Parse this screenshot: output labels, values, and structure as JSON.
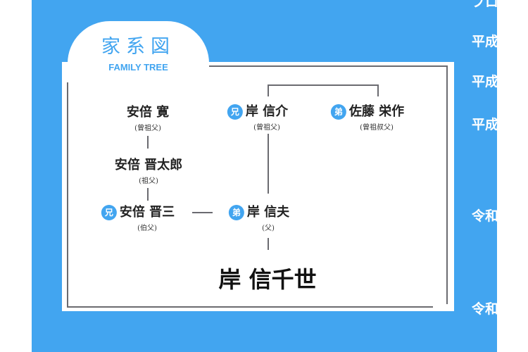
{
  "header": {
    "title": "家系図",
    "subtitle": "FAMILY TREE"
  },
  "side_labels": [
    "プロ",
    "平成",
    "平成",
    "平成",
    "令和",
    "令和"
  ],
  "people": [
    {
      "name": "安倍 寛",
      "relation": "(曾祖父)",
      "badge": ""
    },
    {
      "name": "安倍 晋太郎",
      "relation": "(祖父)",
      "badge": ""
    },
    {
      "name": "安倍 晋三",
      "relation": "(伯父)",
      "badge": "兄"
    },
    {
      "name": "岸 信介",
      "relation": "(曾祖父)",
      "badge": "兄"
    },
    {
      "name": "佐藤 栄作",
      "relation": "(曾祖叔父)",
      "badge": "弟"
    },
    {
      "name": "岸 信夫",
      "relation": "(父)",
      "badge": "弟"
    }
  ],
  "subject": {
    "name": "岸 信千世"
  },
  "colors": {
    "accent": "#42a5f0"
  }
}
